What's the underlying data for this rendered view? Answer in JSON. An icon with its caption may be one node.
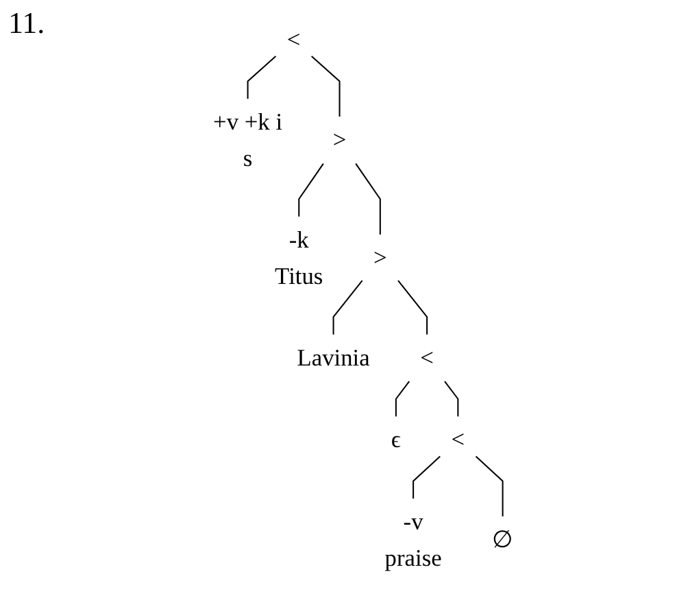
{
  "diagram": {
    "nodes": [
      {
        "text": [
          "<"
        ]
      },
      {
        "text": [
          "+v +k i",
          "s"
        ]
      },
      {
        "text": [
          ">"
        ]
      },
      {
        "text": [
          "-k",
          "Titus"
        ]
      },
      {
        "text": [
          ">"
        ]
      },
      {
        "text": [
          "Lavinia"
        ]
      },
      {
        "text": [
          "<"
        ]
      },
      {
        "text": [
          "ϵ"
        ]
      },
      {
        "text": [
          "<"
        ]
      },
      {
        "text": [
          "-v",
          "praise"
        ]
      },
      {
        "text": [
          "∅"
        ]
      }
    ],
    "edges": [
      {
        "from": 0,
        "to": 1,
        "arrow": "none"
      },
      {
        "from": 0,
        "to": 2,
        "arrow": "none"
      },
      {
        "from": 2,
        "to": 3,
        "arrow": "none"
      },
      {
        "from": 2,
        "to": 4,
        "arrow": "none"
      },
      {
        "from": 4,
        "to": 5,
        "arrow": "none"
      },
      {
        "from": 4,
        "to": 6,
        "arrow": "none"
      },
      {
        "from": 6,
        "to": 7,
        "arrow": "none"
      },
      {
        "from": 6,
        "to": 8,
        "arrow": "none"
      },
      {
        "from": 8,
        "to": 9,
        "arrow": "none"
      },
      {
        "from": 8,
        "to": 10,
        "arrow": "none"
      }
    ],
    "labels": [
      "11."
    ]
  }
}
